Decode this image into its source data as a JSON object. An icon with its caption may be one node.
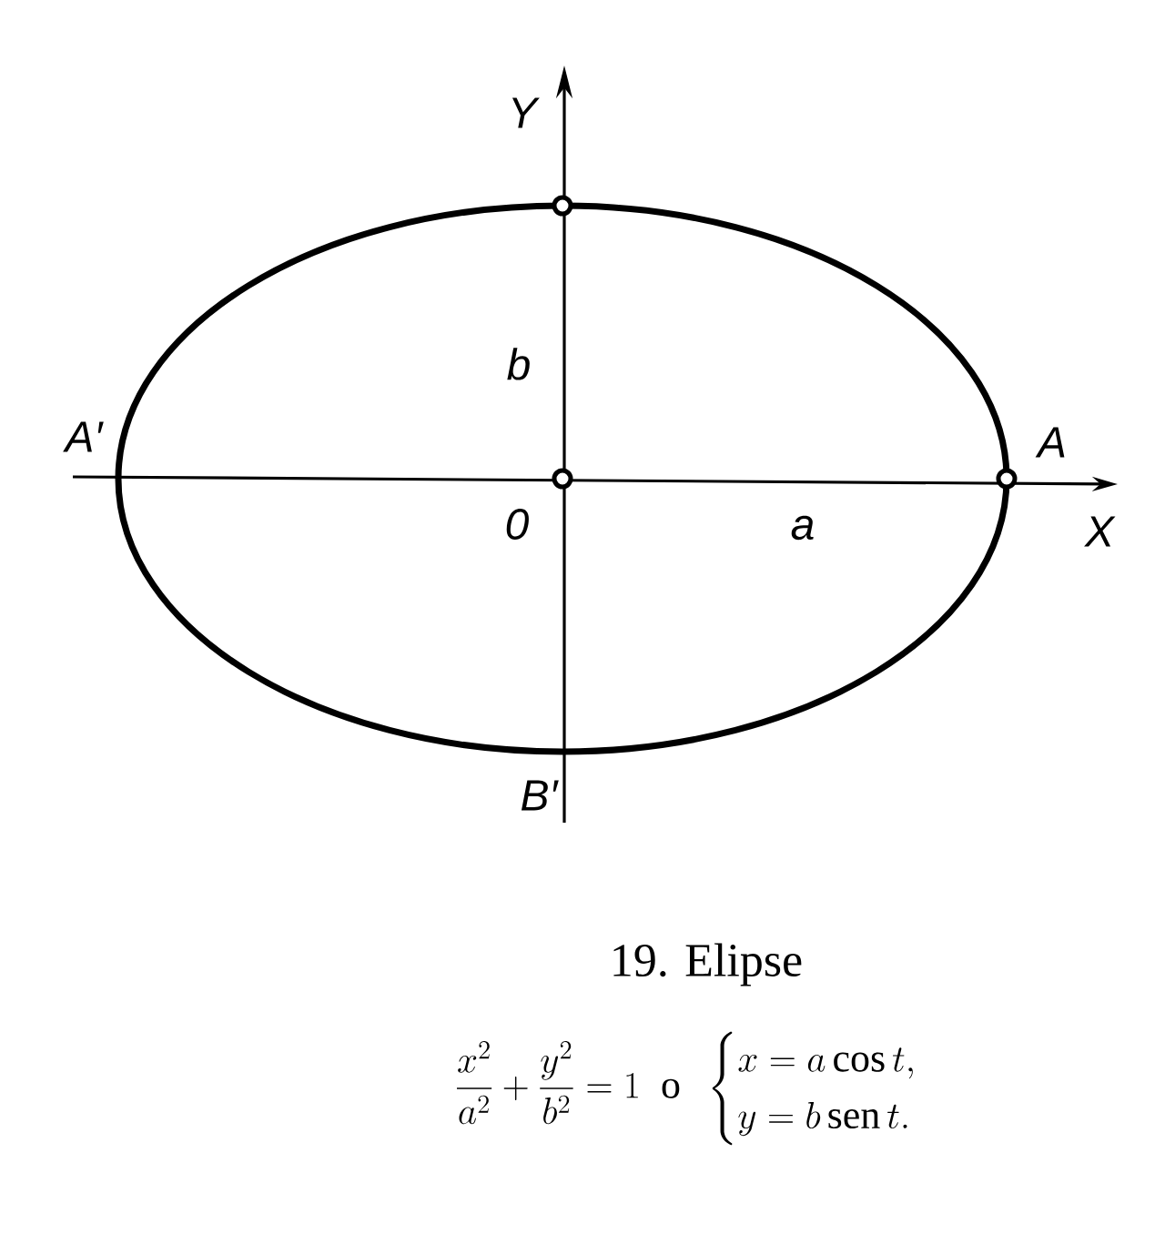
{
  "diagram": {
    "title": "19. Elipse",
    "caption": "\\dfrac{x^2}{a^2}+\\dfrac{y^2}{b^2}=1\\ \\text{ o }\\ \\begin{cases} x=a\\cos t,\\\\ y=b\\,\\mathrm{sen}\\,t.\\end{cases}",
    "labels": [
      "Y",
      "b",
      "A′",
      "0",
      "a",
      "A",
      "X",
      "B′"
    ]
  }
}
